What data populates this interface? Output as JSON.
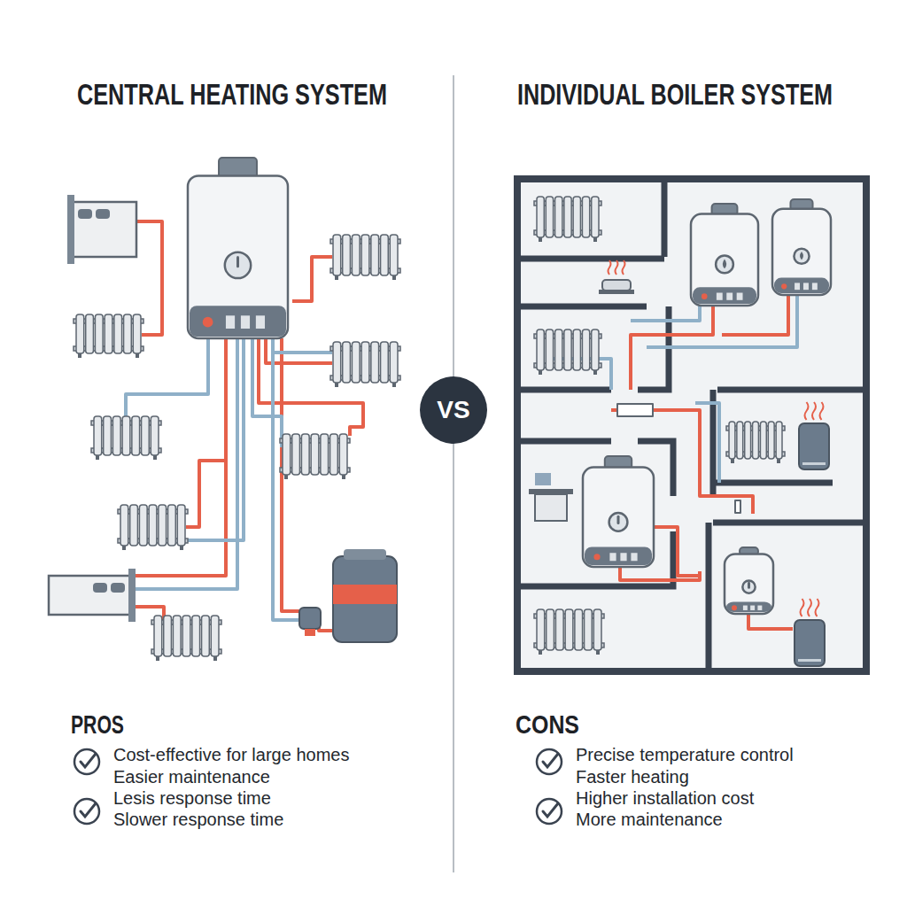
{
  "diagram": {
    "nodes": [
      {
        "text": [
          "VS"
        ]
      }
    ],
    "labels": [
      "CENTRAL HEATING SYSTEM",
      "INDIVIDUAL BOILER SYSTEM",
      "PROS",
      "Cost-effective for large homes",
      "Easier maintenance",
      "Lesis response time",
      "Slower response time",
      "CONS",
      "Precise temperature control",
      "Faster heating",
      "Higher installation cost",
      "More maintenance"
    ]
  }
}
